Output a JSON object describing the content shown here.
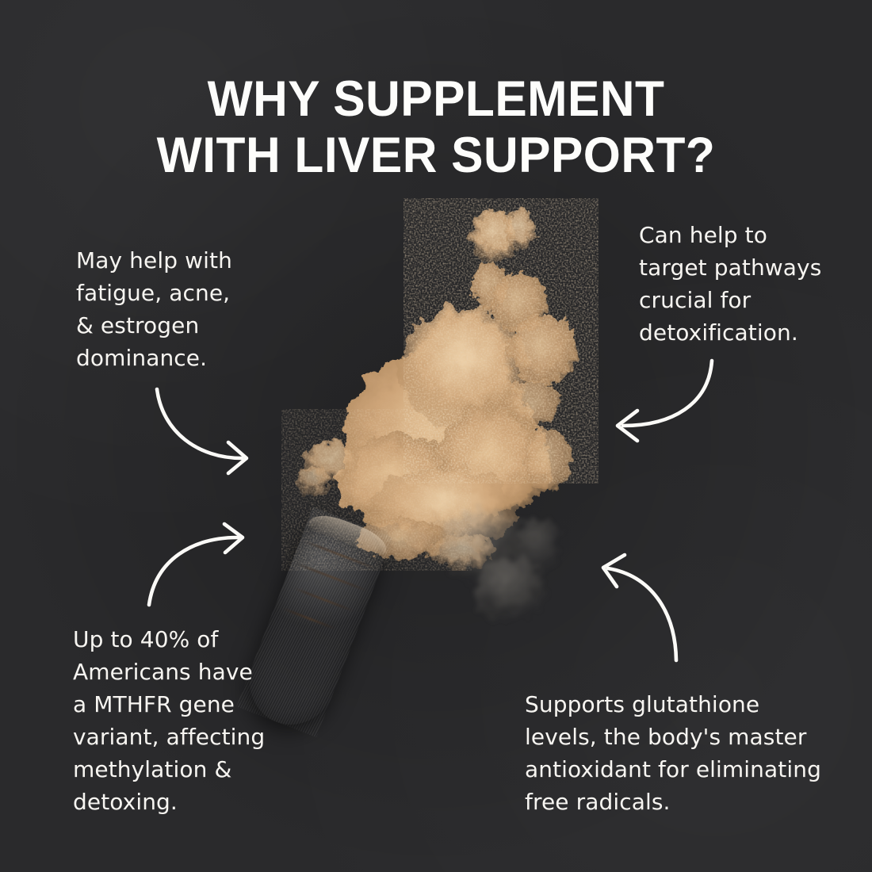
{
  "background_color": "#2a2a2c",
  "text_color": "#f7f5f1",
  "powder_color": "#c9a276",
  "capsule_color": "#c6a684",
  "header": {
    "title": "WHY SUPPLEMENT\nWITH LIVER SUPPORT?"
  },
  "callouts": [
    {
      "id": "top-left",
      "text": "May help with\nfatigue, acne,\n& estrogen\ndominance."
    },
    {
      "id": "top-right",
      "text": "Can help to\ntarget pathways\ncrucial for\ndetoxification."
    },
    {
      "id": "bottom-left",
      "text": "Up to 40% of\nAmericans have\na MTHFR gene\nvariant, affecting\nmethylation &\ndetoxing."
    },
    {
      "id": "bottom-right",
      "text": "Supports glutathione\nlevels, the body's master\nantioxidant for eliminating\nfree radicals."
    }
  ],
  "arrows": [
    {
      "id": "top-left-arrow",
      "direction": "points-right-down"
    },
    {
      "id": "bottom-left-arrow",
      "direction": "points-up-right"
    },
    {
      "id": "top-right-arrow",
      "direction": "points-left-down"
    },
    {
      "id": "bottom-right-arrow",
      "direction": "points-up-left"
    }
  ],
  "product": {
    "capsule_label": "supplement-capsule",
    "powder_label": "spilled-powder"
  }
}
